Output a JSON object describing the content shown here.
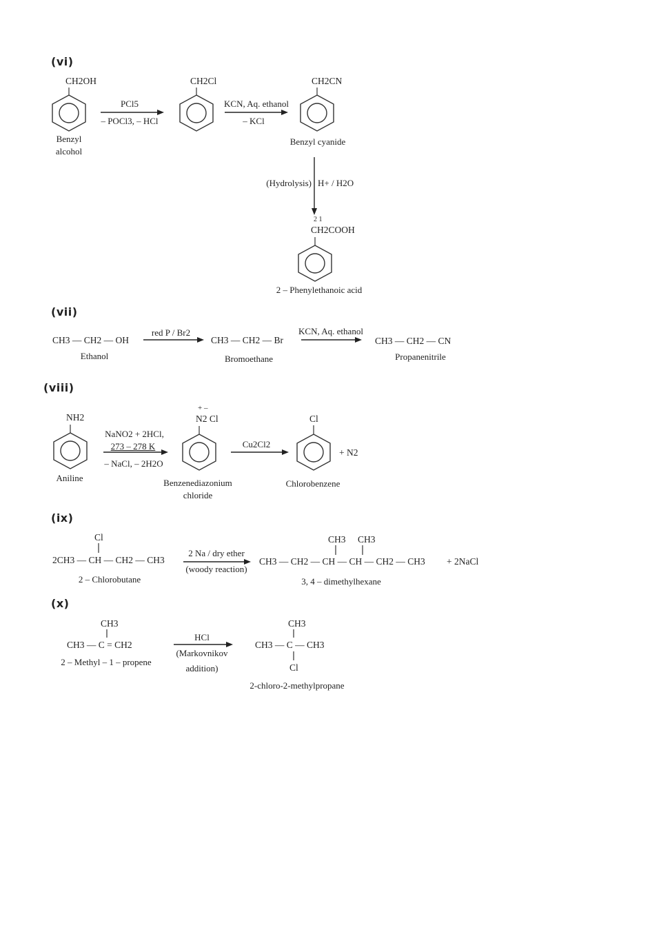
{
  "sections": {
    "vi": {
      "label": "(vi)",
      "r1_formula": "CH2OH",
      "r1_name_line1": "Benzyl",
      "r1_name_line2": "alcohol",
      "a1_top": "PCl5",
      "a1_bottom": "– POCl3, – HCl",
      "p1_formula": "CH2Cl",
      "a2_top": "KCN, Aq. ethanol",
      "a2_bottom": "– KCl",
      "p2_formula": "CH2CN",
      "p2_name": "Benzyl cyanide",
      "a3_left": "(Hydrolysis)",
      "a3_right": "H+ / H2O",
      "p3_numbers": "2   1",
      "p3_formula": "CH2COOH",
      "p3_name": "2 – Phenylethanoic acid"
    },
    "vii": {
      "label": "(vii)",
      "r1_formula": "CH3 — CH2 — OH",
      "r1_name": "Ethanol",
      "a1_top": "red P / Br2",
      "p1_formula": "CH3 — CH2 — Br",
      "p1_name": "Bromoethane",
      "a2_top": "KCN, Aq. ethanol",
      "p2_formula": "CH3 — CH2 — CN",
      "p2_name": "Propanenitrile"
    },
    "viii": {
      "label": "(viii)",
      "r1_formula": "NH2",
      "r1_name": "Aniline",
      "a1_line1": "NaNO2 + 2HCl,",
      "a1_line2": "273 – 278 K",
      "a1_line3": "– NaCl, – 2H2O",
      "p1_charges": "+  –",
      "p1_formula": "N2 Cl",
      "p1_name_line1": "Benzenediazonium",
      "p1_name_line2": "chloride",
      "a2_top": "Cu2Cl2",
      "p2_formula": "Cl",
      "p2_name": "Chlorobenzene",
      "byproduct": "+  N2"
    },
    "ix": {
      "label": "(ix)",
      "r1_sub": "Cl",
      "r1_formula": "2CH3 — CH — CH2 — CH3",
      "r1_name": "2 – Chlorobutane",
      "a1_top": "2 Na / dry ether",
      "a1_bottom": "(woody reaction)",
      "p1_sub1": "CH3",
      "p1_sub2": "CH3",
      "p1_formula": "CH3 — CH2 — CH — CH — CH2 — CH3",
      "byproduct": "+  2NaCl",
      "p1_name": "3, 4 – dimethylhexane"
    },
    "x": {
      "label": "(x)",
      "r1_sub": "CH3",
      "r1_formula": "CH3 — C = CH2",
      "r1_name": "2 – Methyl – 1 – propene",
      "a1_top": "HCl",
      "a1_line2": "(Markovnikov",
      "a1_line3": "addition)",
      "p1_top": "CH3",
      "p1_formula": "CH3 — C — CH3",
      "p1_bottom": "Cl",
      "p1_name": "2-chloro-2-methylpropane"
    }
  }
}
